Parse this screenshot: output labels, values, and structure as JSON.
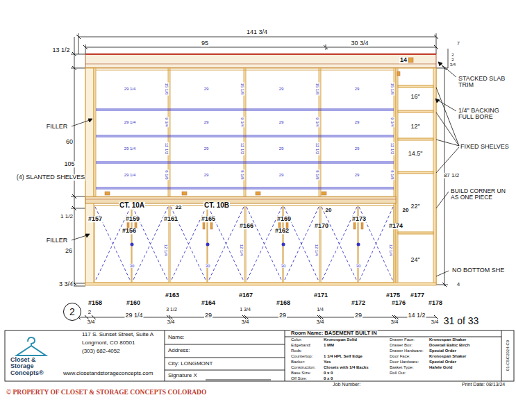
{
  "diagram": {
    "nodes": [
      {
        "text": [
          "2"
        ]
      }
    ],
    "labels": [
      "141 3/4",
      "95",
      "30 3/4",
      "13 1/2",
      "7",
      "2",
      "2",
      "3/4",
      "14",
      "FILLER",
      "60",
      "105",
      "(4) SLANTED SHELVES",
      "1 1/2",
      "FILLER",
      "26",
      "3 3/4",
      "STACKED SLAB TRIM",
      "1/4\" BACKING FULL BORE",
      "FIXED SHELVES",
      "87 1/2",
      "BUILD CORNER UN AS ONE PIECE",
      "NO BOTTOM SHE",
      "4",
      "16\"",
      "12\"",
      "14.5\"",
      "22\"",
      "24\"",
      "CT. 10A",
      "CT. 10B",
      "22",
      "20",
      "20",
      "#157",
      "#159",
      "#161",
      "#165",
      "#166",
      "#169",
      "#170",
      "#173",
      "#174",
      "#156",
      "#162",
      "#158",
      "#160",
      "#163",
      "#164",
      "#167",
      "#168",
      "#171",
      "#172",
      "#175",
      "#176",
      "#177",
      "#178",
      "2",
      "3/4",
      "29 1/4",
      "3 1/2",
      "3/4",
      "29",
      "1 3/4",
      "3/4",
      "29",
      "1/4",
      "3/4",
      "29",
      "3/4",
      "14 1/2",
      "3/4",
      "31 of 33",
      "29 1/4",
      "29",
      "29",
      "29",
      "29 1/4",
      "29",
      "29",
      "29",
      "29 1/4",
      "29",
      "29",
      "29",
      "29 1/4",
      "29",
      "29",
      "29",
      "15 1/8",
      "15 1/8",
      "15 1/8",
      "15 1/8",
      "9 3/4",
      "9 3/4",
      "9 3/4",
      "9 3/4",
      "12 1/2",
      "12 1/2",
      "12 1/2",
      "12 1/2",
      "8 1/8",
      "8 1/8",
      "8 1/8",
      "8 1/8",
      "30",
      "30",
      "30",
      "30",
      "12 1/4",
      "12 1/4",
      "12 1/4",
      "12 1/4",
      "117 S. Sunset Street, Suite A",
      "Longmont, CO 80501",
      "(303) 682-4052",
      "Closet & Storage Concepts®",
      "www.closetandstorageconcepts.com",
      "Name:",
      "Address:",
      "City: LONGMONT",
      "Signature X",
      "Room Name: BASEMENT BUILT IN",
      "Color:",
      "Kronospan Solid",
      "Edgeband:",
      "1 MM",
      "Rods:",
      "Countertop:",
      "1 1/4 HPL Self Edge",
      "Backer:",
      "Yes",
      "Construction:",
      "Closets with 1/4 Backs",
      "Base Size:",
      "0 x 0",
      "Off Size:",
      "0 x 0",
      "Drawer Face:",
      "Kronospan Shaker",
      "Drawer Box:",
      "Dovetail Baltic Birch",
      "Drawer Hardware:",
      "Special Order",
      "Door Face:",
      "Kronospan Shaker",
      "Door Hardware:",
      "Special Order",
      "Basket Type:",
      "Hafele Gold",
      "Roll Out:",
      "Job Number:",
      "Print Date: 08/13/24",
      "01-CSC2024-C9",
      "© PROPERTY OF CLOSET & STORAGE CONCEPTS COLORADO"
    ]
  }
}
